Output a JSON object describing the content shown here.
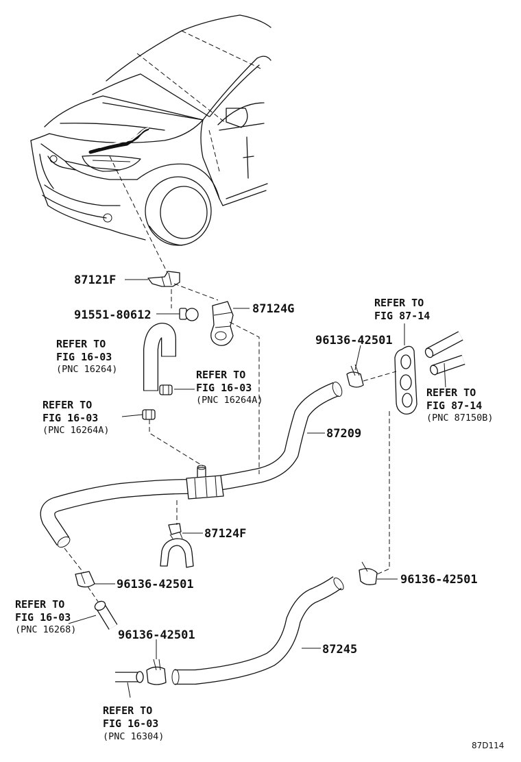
{
  "diagram_code": "87D114",
  "parts": {
    "p87121F": "87121F",
    "p91551": "91551-80612",
    "p87124G": "87124G",
    "p87209": "87209",
    "p87124F": "87124F",
    "p87245": "87245",
    "clamp_a": "96136-42501",
    "clamp_b": "96136-42501",
    "clamp_c": "96136-42501",
    "clamp_d": "96136-42501"
  },
  "references": {
    "r16264": {
      "line1": "REFER TO",
      "line2": "FIG 16-03",
      "pnc": "(PNC 16264)"
    },
    "r16264A_right": {
      "line1": "REFER TO",
      "line2": "FIG 16-03",
      "pnc": "(PNC 16264A)"
    },
    "r16264A_left": {
      "line1": "REFER TO",
      "line2": "FIG 16-03",
      "pnc": "(PNC 16264A)"
    },
    "r8714_top": {
      "line1": "REFER TO",
      "line2": "FIG 87-14"
    },
    "r87150B": {
      "line1": "REFER TO",
      "line2": "FIG 87-14",
      "pnc": "(PNC 87150B)"
    },
    "r16268": {
      "line1": "REFER TO",
      "line2": "FIG 16-03",
      "pnc": "(PNC 16268)"
    },
    "r16304": {
      "line1": "REFER TO",
      "line2": "FIG 16-03",
      "pnc": "(PNC 16304)"
    }
  },
  "icons": [
    "car-body-icon",
    "heater-hose-icon",
    "hose-clamp-icon",
    "hose-clip-icon",
    "bolt-icon",
    "grommet-icon"
  ]
}
